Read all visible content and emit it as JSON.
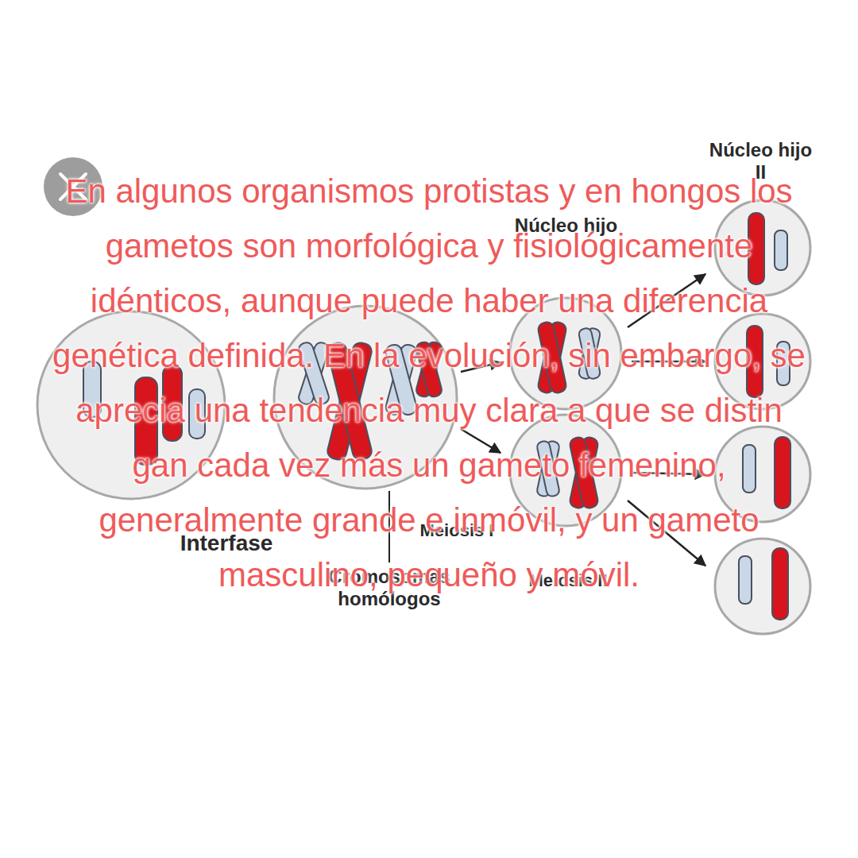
{
  "diagram": {
    "labels": [
      "Núcleo hijo II",
      "En algunos organismos protistas y en hongos los gametos son morfológica y fisiológicamente idénticos, aunque puede haber una diferencia genética definida. En la evolución, sin embargo, se aprecia una tendencia muy clara a que se distin gan cada vez más un gameto femenino, generalmente grande e inmóvil, y un gameto masculino, pequeño y móvil.",
      "Núcleo hijo",
      "Meiosis I",
      "Interfase",
      "Cromosomas homólogos",
      "Meiosis II"
    ]
  }
}
